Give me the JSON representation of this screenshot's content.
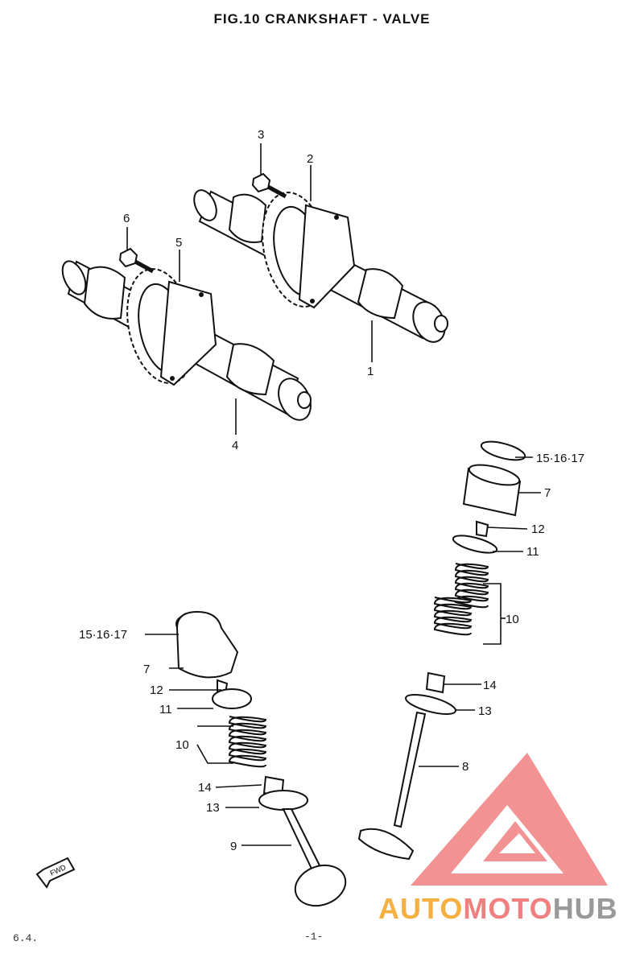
{
  "title": "FIG.10  CRANKSHAFT - VALVE",
  "callouts": [
    {
      "id": "c1",
      "text": "1"
    },
    {
      "id": "c2",
      "text": "2"
    },
    {
      "id": "c3",
      "text": "3"
    },
    {
      "id": "c4",
      "text": "4"
    },
    {
      "id": "c5",
      "text": "5"
    },
    {
      "id": "c6",
      "text": "6"
    },
    {
      "id": "c7a",
      "text": "7"
    },
    {
      "id": "c7b",
      "text": "7"
    },
    {
      "id": "c8",
      "text": "8"
    },
    {
      "id": "c9",
      "text": "9"
    },
    {
      "id": "c10a",
      "text": "10"
    },
    {
      "id": "c10b",
      "text": "10"
    },
    {
      "id": "c11a",
      "text": "11"
    },
    {
      "id": "c11b",
      "text": "11"
    },
    {
      "id": "c12a",
      "text": "12"
    },
    {
      "id": "c12b",
      "text": "12"
    },
    {
      "id": "c13a",
      "text": "13"
    },
    {
      "id": "c13b",
      "text": "13"
    },
    {
      "id": "c14a",
      "text": "14"
    },
    {
      "id": "c14b",
      "text": "14"
    },
    {
      "id": "c151617a",
      "text": "15·16·17"
    },
    {
      "id": "c151617b",
      "text": "15·16·17"
    }
  ],
  "fwd_arrow_label": "FWD",
  "watermark": {
    "part1": "AUTO",
    "part2": "MOTO",
    "part3": "HUB"
  },
  "footer": {
    "left": "6.4.",
    "center": "-1-"
  },
  "colors": {
    "ink": "#111111",
    "logo_red": "#f08080",
    "logo_orange": "#f5b041",
    "logo_gray": "#9a9a9a"
  }
}
